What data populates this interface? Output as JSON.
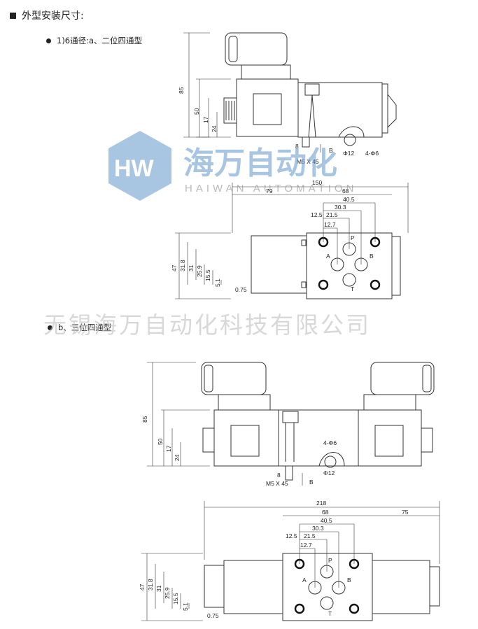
{
  "section_title": "外型安装尺寸:",
  "variant_a": {
    "label": "1)6通径:a、二位四通型",
    "side_dims": [
      "85",
      "50",
      "17",
      "24"
    ],
    "bottom_labels": {
      "thread": "M5 X 45",
      "view": "B",
      "hole_small": "Φ12",
      "holes": "4-Φ6",
      "depth": "8"
    },
    "top_dims": [
      "150",
      "79",
      "68",
      "40.5",
      "30.3",
      "21.5",
      "12.5",
      "12.7"
    ],
    "left_dims": [
      "47",
      "31.8",
      "31",
      "25.9",
      "15.5",
      "5.1"
    ],
    "offset": "0.75",
    "ports": [
      "P",
      "A",
      "B",
      "T"
    ]
  },
  "variant_b": {
    "label": "b、三位四通型",
    "side_dims": [
      "85",
      "50",
      "17",
      "24"
    ],
    "bottom_labels": {
      "thread": "M5 X 45",
      "view": "B",
      "hole_small": "Φ12",
      "holes": "4-Φ6",
      "depth": "8"
    },
    "top_dims": [
      "218",
      "68",
      "75",
      "40.5",
      "30.3",
      "21.5",
      "12.5",
      "12.7"
    ],
    "left_dims": [
      "47",
      "31.8",
      "31",
      "25.9",
      "15.5",
      "5.1"
    ],
    "offset": "0.75",
    "ports": [
      "P",
      "A",
      "B",
      "T"
    ]
  },
  "watermark": {
    "cn": "海万自动化",
    "en": "HAIWAN AUTOMATION",
    "logo": "HW",
    "company": "无锡海万自动化科技有限公司",
    "color": "#6fa0d0"
  }
}
